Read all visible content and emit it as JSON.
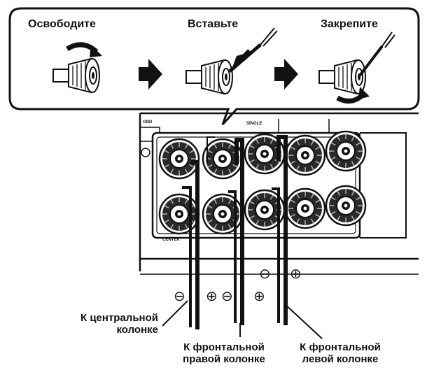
{
  "steps": [
    {
      "label": "Освободите",
      "icon": "terminal-loosen-icon"
    },
    {
      "label": "Вставьте",
      "icon": "terminal-insert-wire-icon"
    },
    {
      "label": "Закрепите",
      "icon": "terminal-tighten-icon"
    }
  ],
  "polarity": {
    "minus": "⊖",
    "plus": "⊕"
  },
  "annotations": {
    "center": {
      "line1": "К центральной",
      "line2": "колонке"
    },
    "front_right": {
      "line1": "К фронтальной",
      "line2": "правой колонке"
    },
    "front_left": {
      "line1": "К фронтальной",
      "line2": "левой колонке"
    }
  },
  "panel_marks": {
    "gnd": "GND",
    "single": "SINGLE",
    "center": "CENTER"
  }
}
